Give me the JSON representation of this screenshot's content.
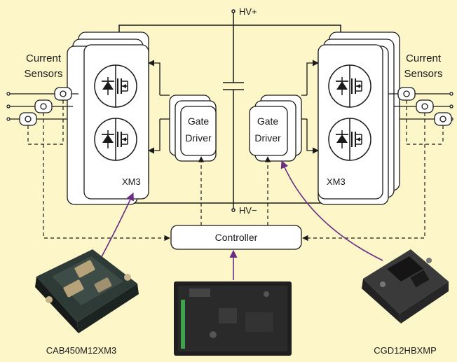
{
  "labels": {
    "hv_plus": "HV+",
    "hv_minus": "HV−",
    "current_sensors_left_line1": "Current",
    "current_sensors_left_line2": "Sensors",
    "current_sensors_right_line1": "Current",
    "current_sensors_right_line2": "Sensors",
    "gate_driver_left_line1": "Gate",
    "gate_driver_left_line2": "Driver",
    "gate_driver_right_line1": "Gate",
    "gate_driver_right_line2": "Driver",
    "xm3_left": "XM3",
    "xm3_right": "XM3",
    "controller": "Controller",
    "photo_left_caption": "CAB450M12XM3",
    "photo_right_caption": "CGD12HBXMP"
  },
  "colors": {
    "background": "#fdf6c9",
    "arrow_purple": "#6b2c83"
  }
}
